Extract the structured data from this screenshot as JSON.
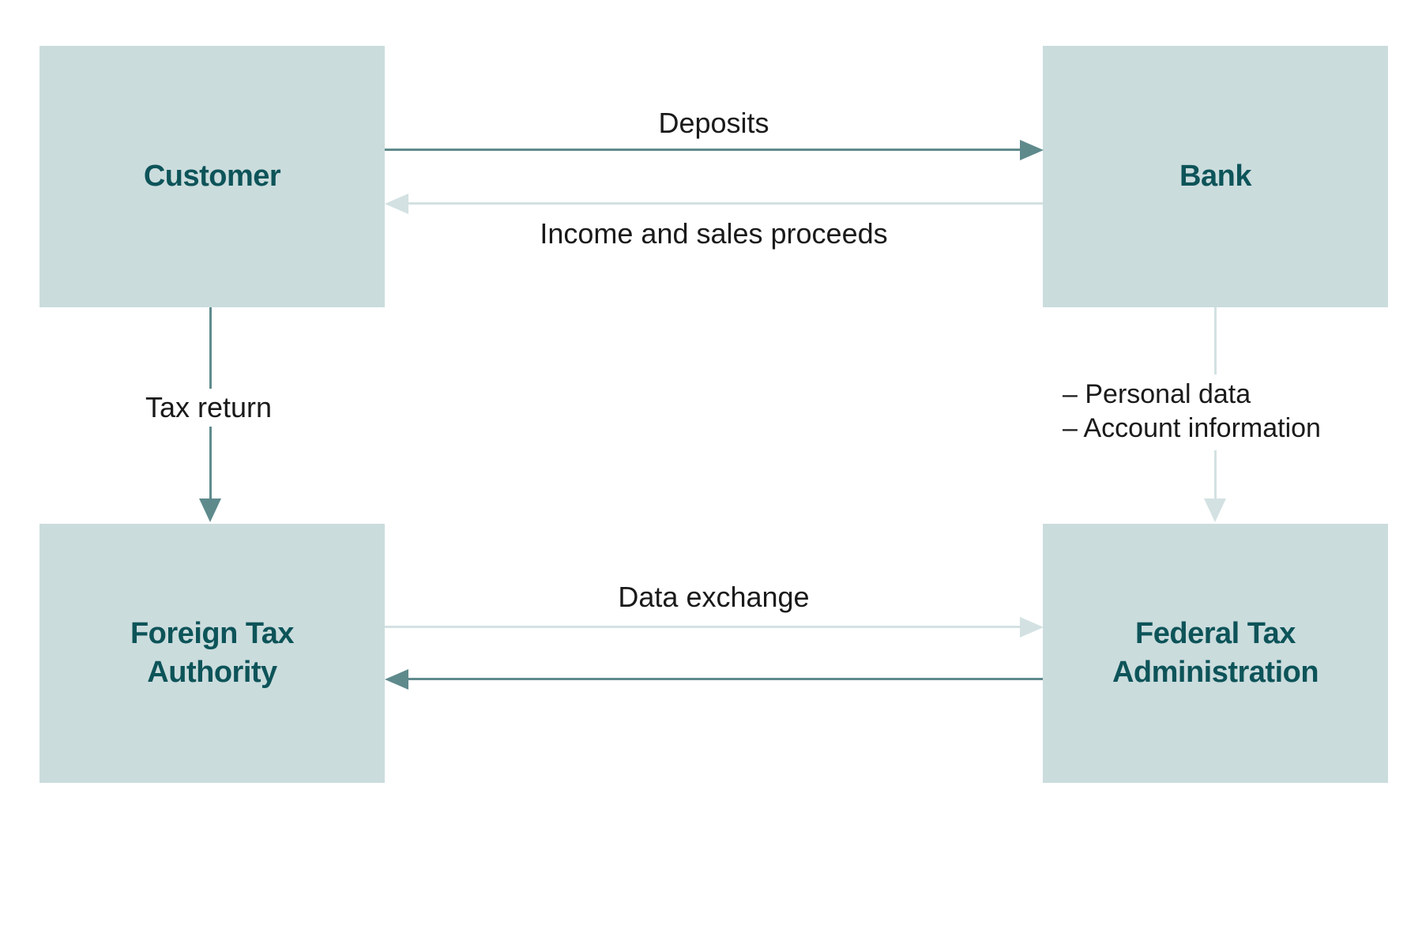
{
  "diagram": {
    "nodes": {
      "customer": {
        "label": "Customer"
      },
      "bank": {
        "label": "Bank"
      },
      "foreign_tax_authority": {
        "line1": "Foreign Tax",
        "line2": "Authority"
      },
      "federal_tax_administration": {
        "line1": "Federal Tax",
        "line2": "Administration"
      }
    },
    "edges": {
      "deposits": {
        "label": "Deposits",
        "from": "Customer",
        "to": "Bank"
      },
      "income_and_sales_proceeds": {
        "label": "Income and sales proceeds",
        "from": "Bank",
        "to": "Customer"
      },
      "tax_return": {
        "label": "Tax return",
        "from": "Customer",
        "to": "Foreign Tax Authority"
      },
      "bank_to_federal_tax_administration": {
        "items": [
          "– Personal data",
          "– Account information"
        ],
        "from": "Bank",
        "to": "Federal Tax Administration"
      },
      "data_exchange": {
        "label": "Data exchange",
        "from": "Foreign Tax Authority",
        "to": "Federal Tax Administration"
      },
      "federal_to_foreign_return": {
        "label": "",
        "from": "Federal Tax Administration",
        "to": "Foreign Tax Authority"
      }
    },
    "colors": {
      "background": "#ffffff",
      "node_fill": "#cbdcdd",
      "node_text": "#0d5459",
      "arrow_dark": "#5f8a8c",
      "arrow_light": "#d3e1e2",
      "label_text": "#1a1a1a"
    }
  }
}
